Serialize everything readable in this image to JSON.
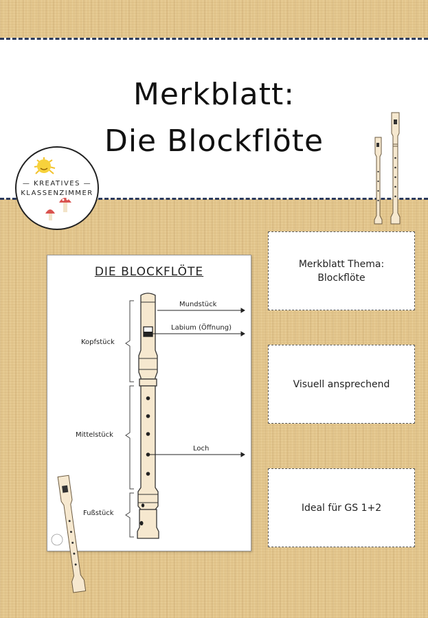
{
  "header": {
    "title_line1": "Merkblatt:",
    "title_line2": "Die Blockflöte"
  },
  "logo": {
    "line1": "— KREATIVES —",
    "line2": "KLASSENZIMMER"
  },
  "poster": {
    "title": "DIE BLOCKFLÖTE",
    "labels": {
      "mundstueck": "Mundstück",
      "labium": "Labium (Öffnung)",
      "kopfstueck": "Kopfstück",
      "mittelstueck": "Mittelstück",
      "loch": "Loch",
      "fussstueck": "Fußstück"
    }
  },
  "cards": [
    {
      "text": "Merkblatt Thema:\nBlockflöte"
    },
    {
      "text": "Visuell ansprechend"
    },
    {
      "text": "Ideal für GS 1+2"
    }
  ],
  "colors": {
    "background": "#e3c68d",
    "dash": "#2b3a5b",
    "flute": "#f6e8cf"
  }
}
